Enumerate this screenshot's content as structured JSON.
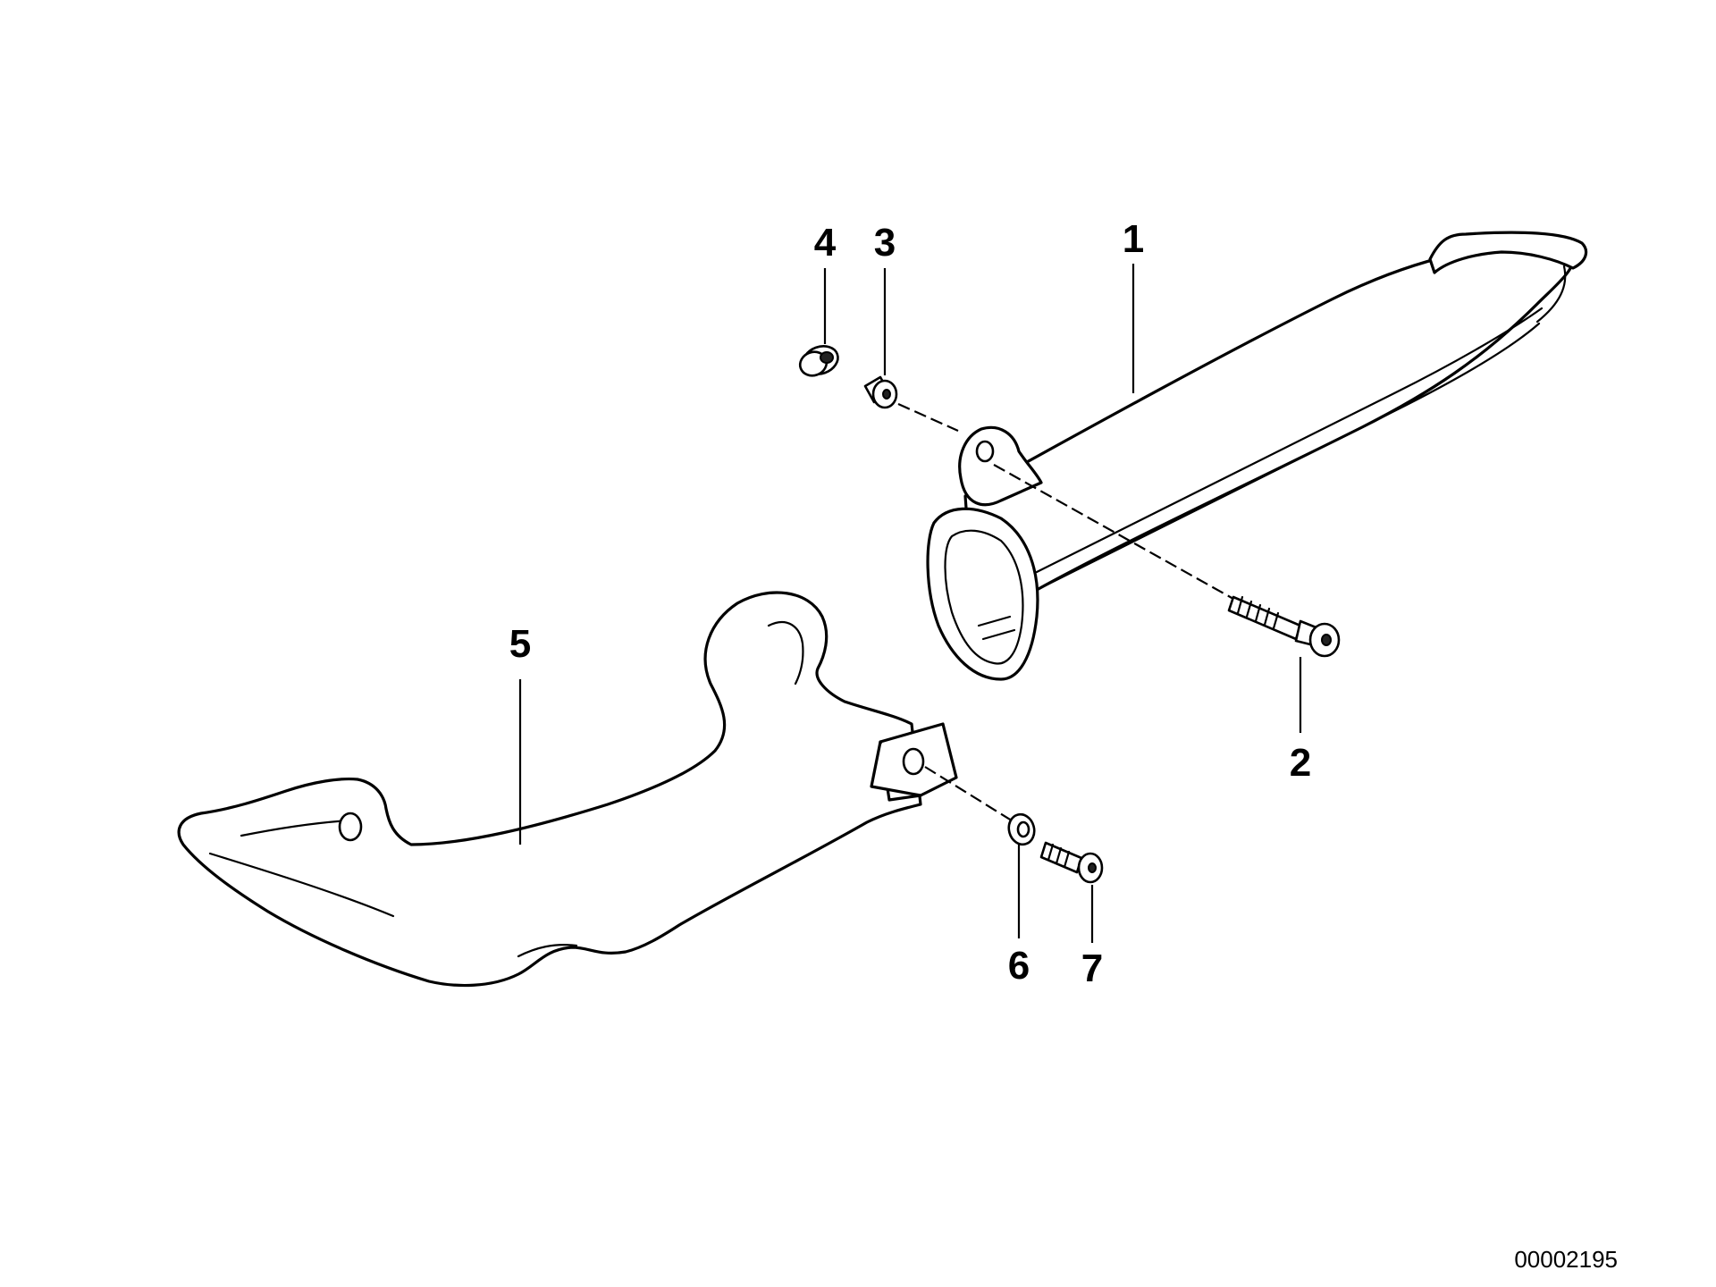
{
  "diagram": {
    "callouts": [
      {
        "id": "part-1",
        "label": "1"
      },
      {
        "id": "part-2",
        "label": "2"
      },
      {
        "id": "part-3",
        "label": "3"
      },
      {
        "id": "part-4",
        "label": "4"
      },
      {
        "id": "part-5",
        "label": "5"
      },
      {
        "id": "part-6",
        "label": "6"
      },
      {
        "id": "part-7",
        "label": "7"
      }
    ],
    "diagram_number": "00002195"
  }
}
